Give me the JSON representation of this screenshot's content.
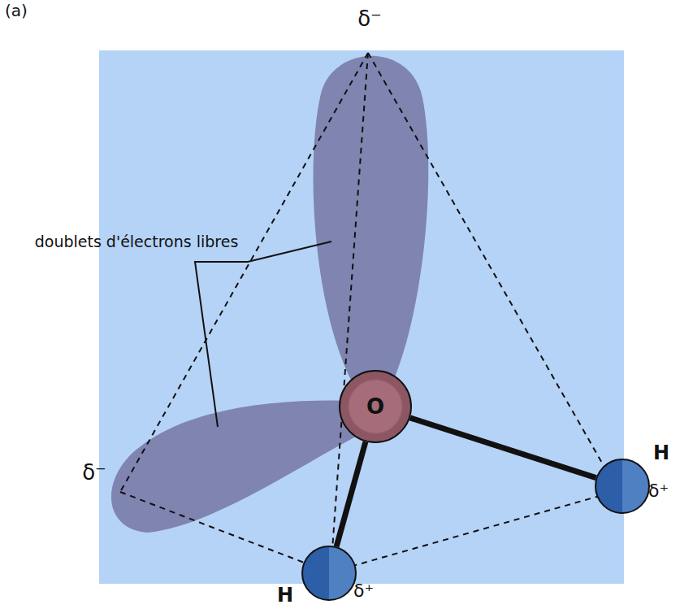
{
  "diagram": {
    "nodes": [
      {
        "text": [
          "O"
        ]
      },
      {
        "text": [
          "H",
          "δ⁺"
        ]
      },
      {
        "text": [
          "H",
          "δ⁺"
        ]
      }
    ],
    "edges": [
      {
        "from": 0,
        "to": 1,
        "arrow": "none"
      },
      {
        "from": 0,
        "to": 2,
        "arrow": "none"
      }
    ],
    "labels": [
      "(a)",
      "δ⁻",
      "doublets d'électrons libres",
      "δ⁻"
    ]
  }
}
